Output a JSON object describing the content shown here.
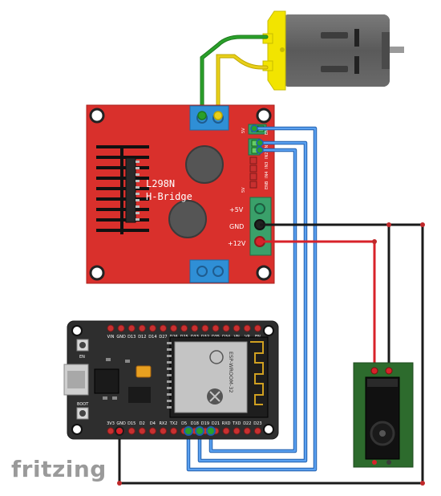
{
  "l298n": {
    "title_line1": "L298N",
    "title_line2": "H-Bridge",
    "pin_5v": "+5V",
    "pin_gnd": "GND",
    "pin_12v": "+12V",
    "ctrl_pins": [
      "5V",
      "ENA",
      "IN1",
      "IN2",
      "IN3",
      "IN4",
      "ENB",
      "5V"
    ]
  },
  "esp32": {
    "top_pins": [
      "VIN",
      "GND",
      "D13",
      "D12",
      "D14",
      "D27",
      "D26",
      "D25",
      "D33",
      "D32",
      "D35",
      "D34",
      "VN",
      "VP",
      "EN"
    ],
    "bottom_pins": [
      "3V3",
      "GND",
      "D15",
      "D2",
      "D4",
      "RX2",
      "TX2",
      "D5",
      "D18",
      "D19",
      "D21",
      "RXD",
      "TXD",
      "D22",
      "D23"
    ],
    "button_en": "EN",
    "button_boot": "BOOT",
    "module_text": "ESP-WROOM-32"
  },
  "logo": "fritzing",
  "colors": {
    "board_red": "#d9302c",
    "wire_blue": "#3a7bd5",
    "wire_green": "#2aa02a",
    "wire_yellow": "#e8cf1a",
    "wire_red": "#d8222a",
    "wire_black": "#1a1a1a",
    "motor_gray": "#6b6b6b",
    "motor_yellow": "#f2e400",
    "jack_green": "#2d6b2d"
  }
}
